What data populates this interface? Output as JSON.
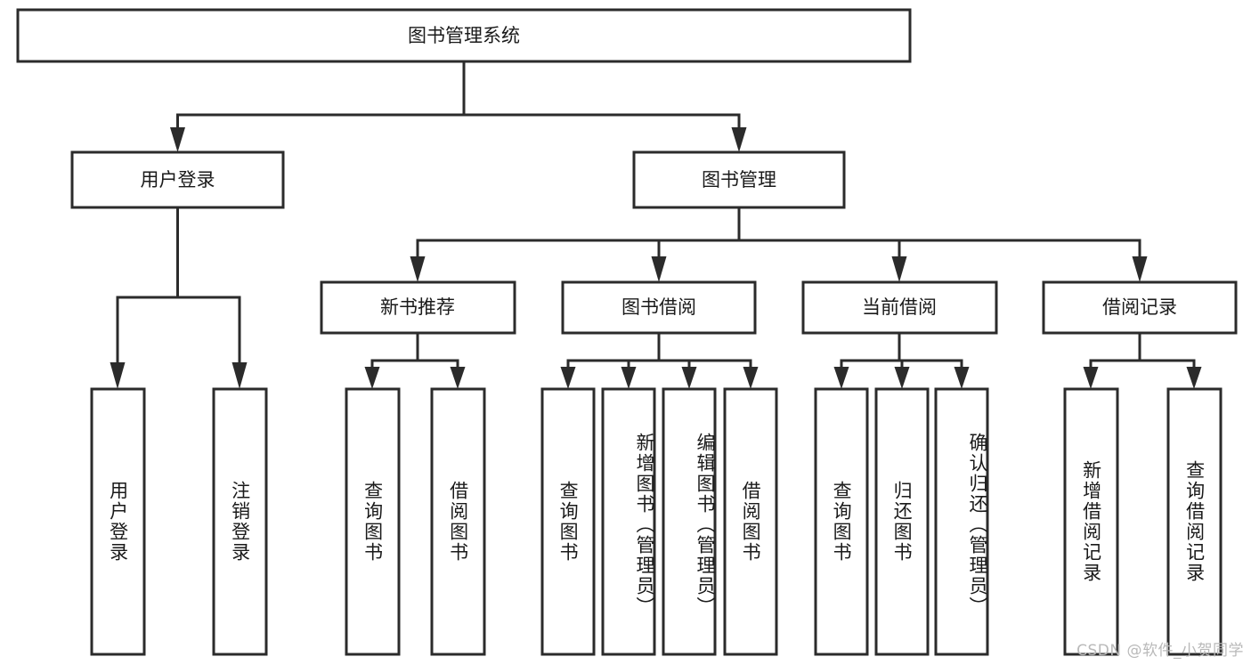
{
  "diagram": {
    "title": "图书管理系统",
    "watermark": "CSDN @软件_小贺同学",
    "colors": {
      "stroke": "#2b2b2b",
      "fill": "#ffffff",
      "text": "#1a1a1a",
      "watermark": "#b9b9b9"
    },
    "root": {
      "label": "图书管理系统"
    },
    "level1": [
      {
        "label": "用户登录"
      },
      {
        "label": "图书管理"
      }
    ],
    "level2": [
      {
        "label": "新书推荐"
      },
      {
        "label": "图书借阅"
      },
      {
        "label": "当前借阅"
      },
      {
        "label": "借阅记录"
      }
    ],
    "leaves": {
      "user_login": [
        {
          "label": "用户登录"
        },
        {
          "label": "注销登录"
        }
      ],
      "new_book_recommend": [
        {
          "label": "查询图书"
        },
        {
          "label": "借阅图书"
        }
      ],
      "book_borrow": [
        {
          "label": "查询图书"
        },
        {
          "label": "新增图书（管理员）"
        },
        {
          "label": "编辑图书（管理员）"
        },
        {
          "label": "借阅图书"
        }
      ],
      "current_borrow": [
        {
          "label": "查询图书"
        },
        {
          "label": "归还图书"
        },
        {
          "label": "确认归还（管理员）"
        }
      ],
      "borrow_record": [
        {
          "label": "新增借阅记录"
        },
        {
          "label": "查询借阅记录"
        }
      ]
    }
  }
}
